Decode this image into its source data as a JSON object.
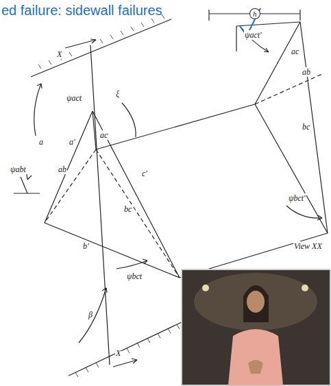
{
  "diagram": {
    "title": "ed failure: sidewall failures",
    "labels": [
      "h",
      "ψact'",
      "ac",
      "ab",
      "bc",
      "ψbct'",
      "View XX",
      "X",
      "ψact",
      "ac",
      "a'",
      "ξ",
      "ab",
      "a",
      "c'",
      "bc",
      "b'",
      "ψabt",
      "β",
      "ψbct",
      "X"
    ]
  }
}
